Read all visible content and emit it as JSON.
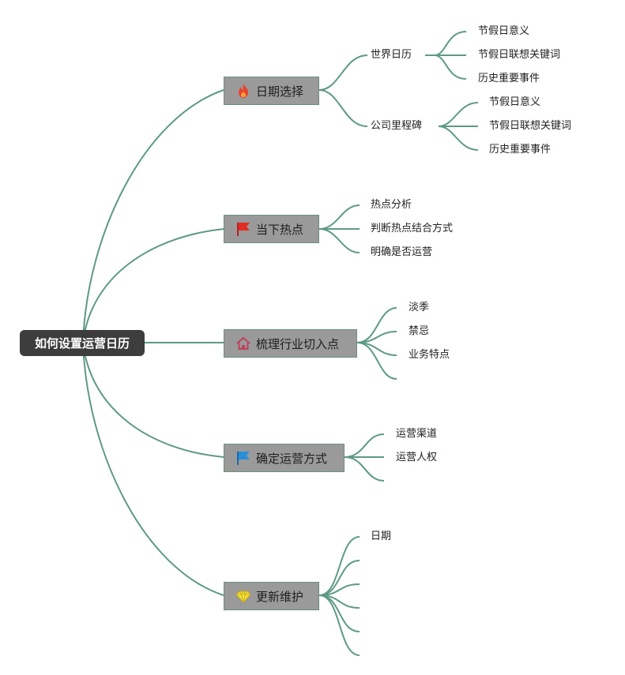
{
  "root": {
    "label": "如何设置运营日历"
  },
  "branches": [
    {
      "label": "日期选择",
      "icon": "fire-icon",
      "children": [
        {
          "label": "世界日历",
          "children": [
            "节假日意义",
            "节假日联想关键词",
            "历史重要事件"
          ]
        },
        {
          "label": "公司里程碑",
          "children": [
            "节假日意义",
            "节假日联想关键词",
            "历史重要事件"
          ]
        }
      ]
    },
    {
      "label": "当下热点",
      "icon": "red-flag-icon",
      "children": [
        "热点分析",
        "判断热点结合方式",
        "明确是否运营"
      ]
    },
    {
      "label": "梳理行业切入点",
      "icon": "home-icon",
      "children": [
        "淡季",
        "禁忌",
        "业务特点"
      ]
    },
    {
      "label": "确定运营方式",
      "icon": "blue-flag-icon",
      "children": [
        "运营渠道",
        "运营人权"
      ]
    },
    {
      "label": "更新维护",
      "icon": "diamond-icon",
      "children": [
        "日期"
      ]
    }
  ],
  "colors": {
    "connector": "#5e9a83",
    "branch_fill": "#9a9a9a",
    "root_fill": "#3d3d3d"
  }
}
